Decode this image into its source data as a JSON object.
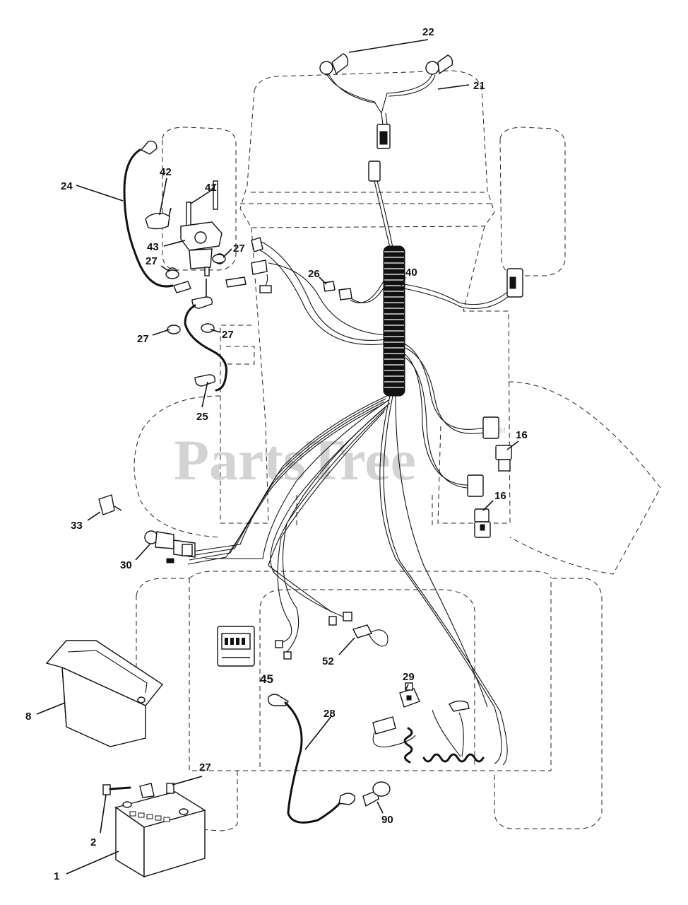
{
  "watermark": {
    "text": "PartsTree",
    "trademark": "TM"
  },
  "callouts": [
    {
      "id": "c22",
      "label": "22"
    },
    {
      "id": "c21",
      "label": "21"
    },
    {
      "id": "c24",
      "label": "24"
    },
    {
      "id": "c42",
      "label": "42"
    },
    {
      "id": "c41",
      "label": "41"
    },
    {
      "id": "c43",
      "label": "43"
    },
    {
      "id": "c27a",
      "label": "27"
    },
    {
      "id": "c27b",
      "label": "27"
    },
    {
      "id": "c27c",
      "label": "27"
    },
    {
      "id": "c27d",
      "label": "27"
    },
    {
      "id": "c26",
      "label": "26"
    },
    {
      "id": "c40",
      "label": "40"
    },
    {
      "id": "c25",
      "label": "25"
    },
    {
      "id": "c16a",
      "label": "16"
    },
    {
      "id": "c16b",
      "label": "16"
    },
    {
      "id": "c33",
      "label": "33"
    },
    {
      "id": "c30",
      "label": "30"
    },
    {
      "id": "c52",
      "label": "52"
    },
    {
      "id": "c45",
      "label": "45"
    },
    {
      "id": "c29",
      "label": "29"
    },
    {
      "id": "c8",
      "label": "8"
    },
    {
      "id": "c28",
      "label": "28"
    },
    {
      "id": "c27e",
      "label": "27"
    },
    {
      "id": "c2",
      "label": "2"
    },
    {
      "id": "c90",
      "label": "90"
    },
    {
      "id": "c1",
      "label": "1"
    }
  ]
}
